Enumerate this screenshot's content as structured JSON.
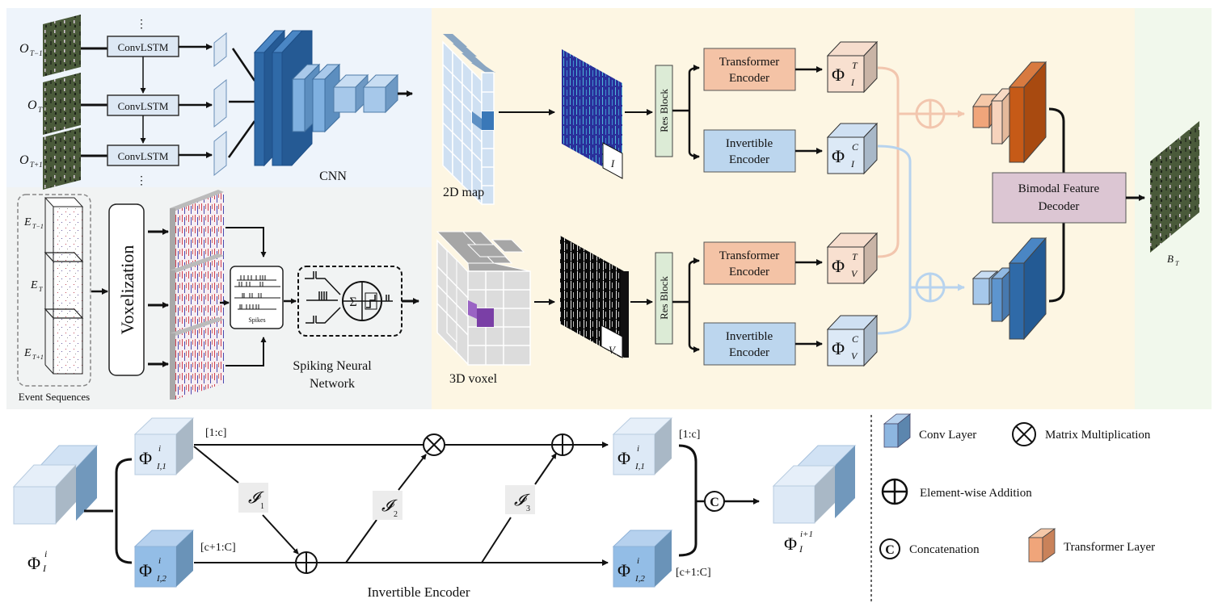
{
  "colors": {
    "panel_cnn_bg": "#eef4fb",
    "panel_snn_bg": "#f1f3f3",
    "panel_encoder_bg": "#fdf6e3",
    "panel_output_bg": "#f1f8ec",
    "conv_light": "#cfe0f2",
    "conv_mid": "#8db6e0",
    "conv_dark": "#2f6aa8",
    "transformer_box": "#f4c3a6",
    "transformer_dark": "#b4511a",
    "invertible_box": "#bcd6ee",
    "resblock_box": "#dcebd6",
    "decoder_box": "#dcc6d3",
    "voxel_highlight": "#7a3fa6",
    "map_highlight": "#3a78b8",
    "peach_line": "#f2c6ae",
    "blue_line": "#b7d3ee"
  },
  "cnn_branch": {
    "frames": [
      {
        "label": "O",
        "sub": "T−1"
      },
      {
        "label": "O",
        "sub": "T"
      },
      {
        "label": "O",
        "sub": "T+1"
      }
    ],
    "convlstm_label": "ConvLSTM",
    "cnn_label": "CNN"
  },
  "snn_branch": {
    "events": [
      {
        "label": "E",
        "sub": "T−1"
      },
      {
        "label": "E",
        "sub": "T"
      },
      {
        "label": "E",
        "sub": "T+1"
      }
    ],
    "event_group_label": "Event Sequences",
    "voxelization_label": "Voxelization",
    "spikes_label": "Spikes",
    "snn_label_line1": "Spiking Neural",
    "snn_label_line2": "Network",
    "sum_symbol": "Σ"
  },
  "encoder": {
    "map_label": "2D map",
    "voxel_label": "3D voxel",
    "image_tag": "I",
    "voxel_tag": "V",
    "resblock_label": "Res Block",
    "transformer_line1": "Transformer",
    "transformer_line2": "Encoder",
    "invertible_line1": "Invertible",
    "invertible_line2": "Encoder",
    "features": [
      {
        "base": "Φ",
        "sup": "T",
        "sub": "I"
      },
      {
        "base": "Φ",
        "sup": "C",
        "sub": "I"
      },
      {
        "base": "Φ",
        "sup": "T",
        "sub": "V"
      },
      {
        "base": "Φ",
        "sup": "C",
        "sub": "V"
      }
    ],
    "decoder_line1": "Bimodal Feature",
    "decoder_line2": "Decoder",
    "output_label": "B",
    "output_sub": "T"
  },
  "invertible_detail": {
    "input": {
      "base": "Φ",
      "sup": "i",
      "sub": "I"
    },
    "split1": {
      "base": "Φ",
      "sup": "i",
      "sub": "I,1"
    },
    "split2": {
      "base": "Φ",
      "sup": "i",
      "sub": "I,2"
    },
    "range1": "[1:c]",
    "range2": "[c+1:C]",
    "ops": [
      {
        "base": "𝓘",
        "sub": "1"
      },
      {
        "base": "𝓘",
        "sub": "2"
      },
      {
        "base": "𝓘",
        "sub": "3"
      }
    ],
    "output": {
      "base": "Φ",
      "sup": "i+1",
      "sub": "I"
    },
    "title": "Invertible Encoder",
    "concat_symbol": "C"
  },
  "legend": [
    {
      "icon": "conv-layer-icon",
      "label": "Conv Layer"
    },
    {
      "icon": "matrix-multiplication-icon",
      "label": "Matrix Multiplication"
    },
    {
      "icon": "element-wise-addition-icon",
      "label": "Element-wise Addition"
    },
    {
      "icon": "concatenation-icon",
      "label": "Concatenation"
    },
    {
      "icon": "transformer-layer-icon",
      "label": "Transformer Layer"
    }
  ]
}
